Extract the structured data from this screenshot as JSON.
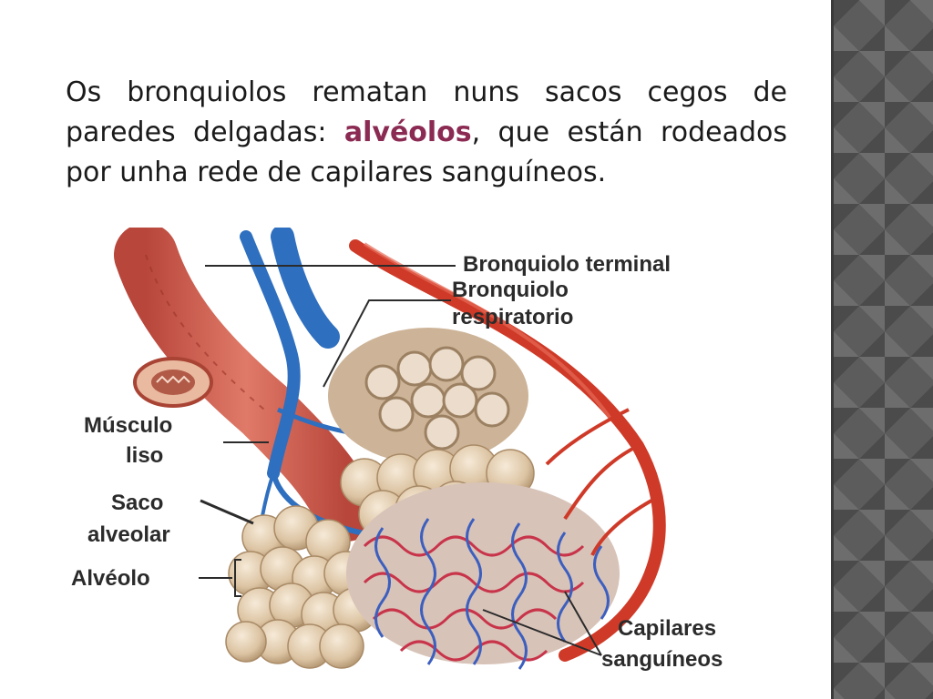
{
  "text": {
    "part1": "Os bronquiolos rematan nuns sacos cegos de paredes delgadas: ",
    "highlight": "alvéolos",
    "part2": ", que están rodeados por unha rede de capilares sanguíneos."
  },
  "labels": {
    "bronquiolo_terminal": "Bronquiolo terminal",
    "bronquiolo_respiratorio_1": "Bronquiolo",
    "bronquiolo_respiratorio_2": "respiratorio",
    "musculo_1": "Músculo",
    "musculo_2": "liso",
    "saco_1": "Saco",
    "saco_2": "alveolar",
    "alveolo": "Alvéolo",
    "capilares_1": "Capilares",
    "capilares_2": "sanguíneos"
  },
  "colors": {
    "highlight": "#8b2a52",
    "artery": "#d9402b",
    "vein": "#2f6fbf",
    "alveoli": "#e8d6bd",
    "muscle": "#c9574a"
  }
}
